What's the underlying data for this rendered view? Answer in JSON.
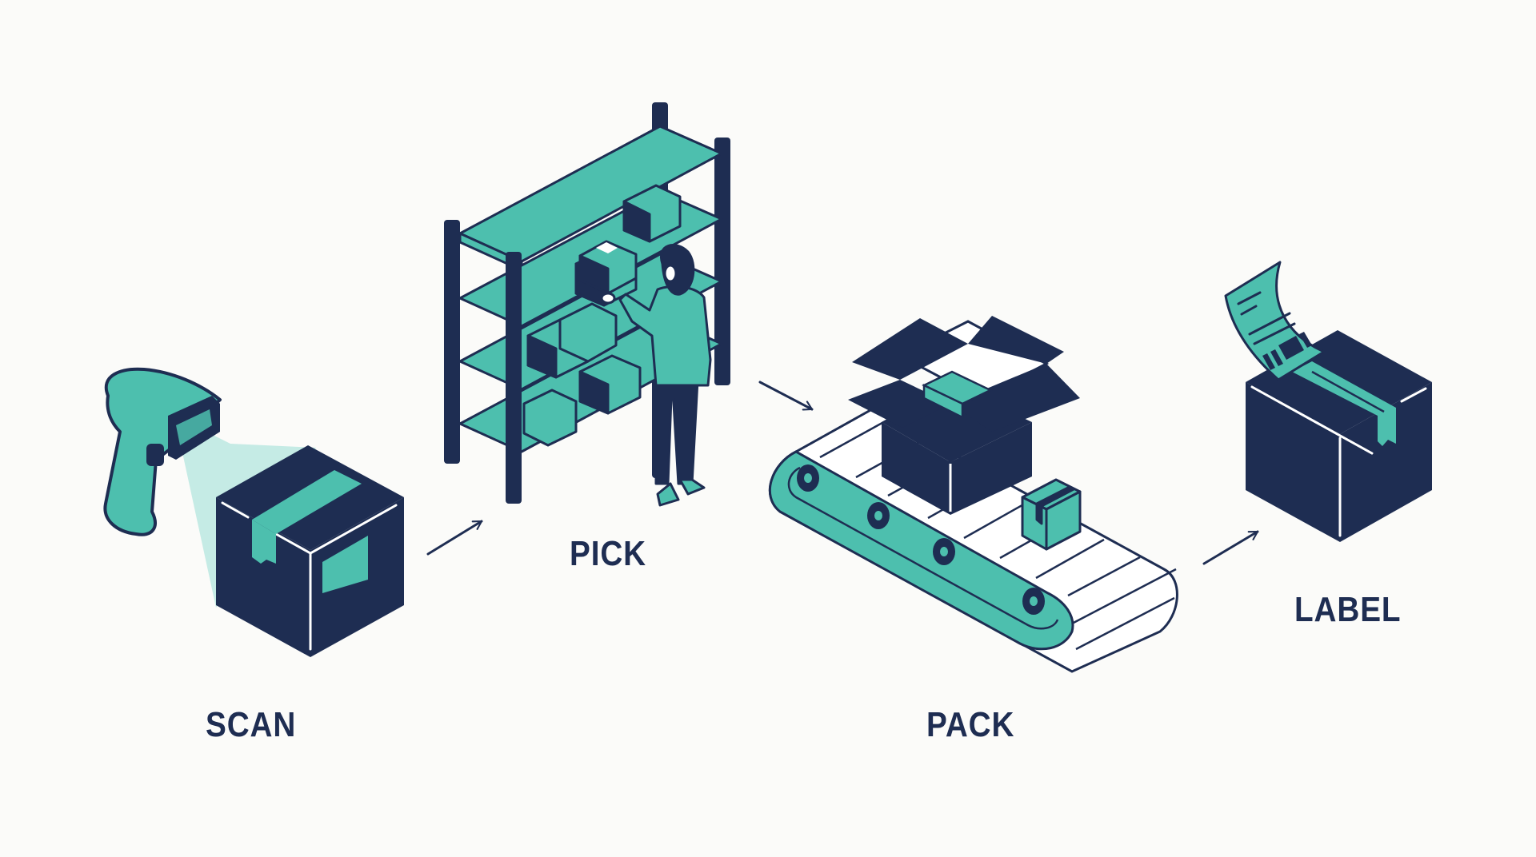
{
  "diagram": {
    "type": "process-flow",
    "style": "isometric illustration",
    "colors": {
      "navy": "#1e2d52",
      "teal": "#4dbfae",
      "teal_light": "#bfe9e2",
      "background": "#fbfbf9",
      "white": "#ffffff"
    },
    "steps": [
      {
        "id": "scan",
        "label": "SCAN",
        "illustration": "barcode scanner beaming light onto taped box"
      },
      {
        "id": "pick",
        "label": "PICK",
        "illustration": "worker picking box from warehouse shelving"
      },
      {
        "id": "pack",
        "label": "PACK",
        "illustration": "open box with items on conveyor belt"
      },
      {
        "id": "label",
        "label": "LABEL",
        "illustration": "shipping label with barcode applied to box"
      }
    ],
    "arrows": [
      {
        "from": "scan",
        "to": "pick"
      },
      {
        "from": "pick",
        "to": "pack"
      },
      {
        "from": "pack",
        "to": "label"
      }
    ]
  }
}
